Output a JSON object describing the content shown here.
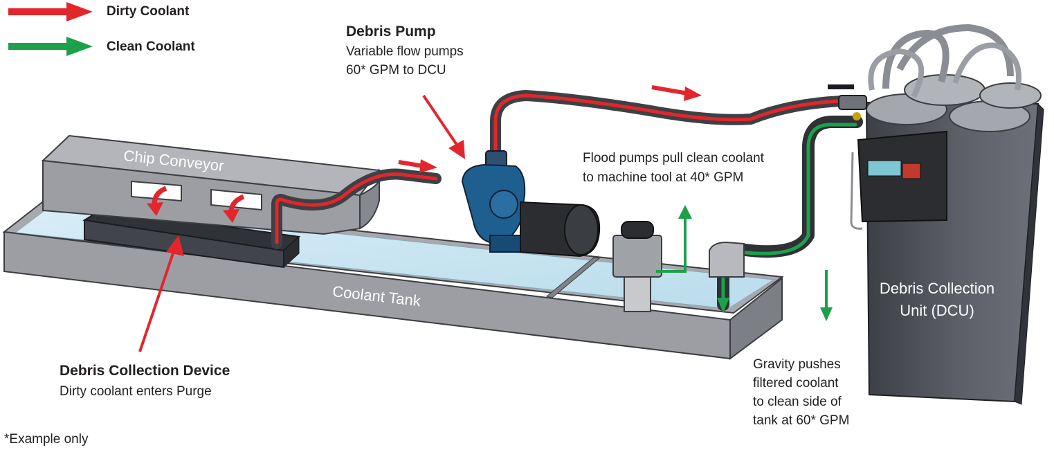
{
  "legend": {
    "dirty": "Dirty Coolant",
    "clean": "Clean Coolant"
  },
  "colors": {
    "dirty": "#e2262b",
    "clean": "#1ea04a",
    "machine_gray": "#9c9ea4",
    "dcu_dark": "#55585f",
    "pump_blue": "#1f5f8f",
    "water": "#cfe6f2"
  },
  "labels": {
    "debris_pump_title": "Debris Pump",
    "debris_pump_line1": "Variable flow pumps",
    "debris_pump_line2": "60* GPM to DCU",
    "chip_conveyor": "Chip Conveyor",
    "coolant_tank": "Coolant Tank",
    "flood_line1": "Flood pumps pull clean coolant",
    "flood_line2": "to machine tool at 40* GPM",
    "dcu_line1": "Debris Collection",
    "dcu_line2": "Unit (DCU)",
    "device_title": "Debris Collection Device",
    "device_sub": "Dirty coolant enters Purge",
    "gravity_line1": "Gravity pushes",
    "gravity_line2": "filtered coolant",
    "gravity_line3": "to clean side of",
    "gravity_line4": "tank at 60* GPM",
    "footnote": "*Example only"
  }
}
